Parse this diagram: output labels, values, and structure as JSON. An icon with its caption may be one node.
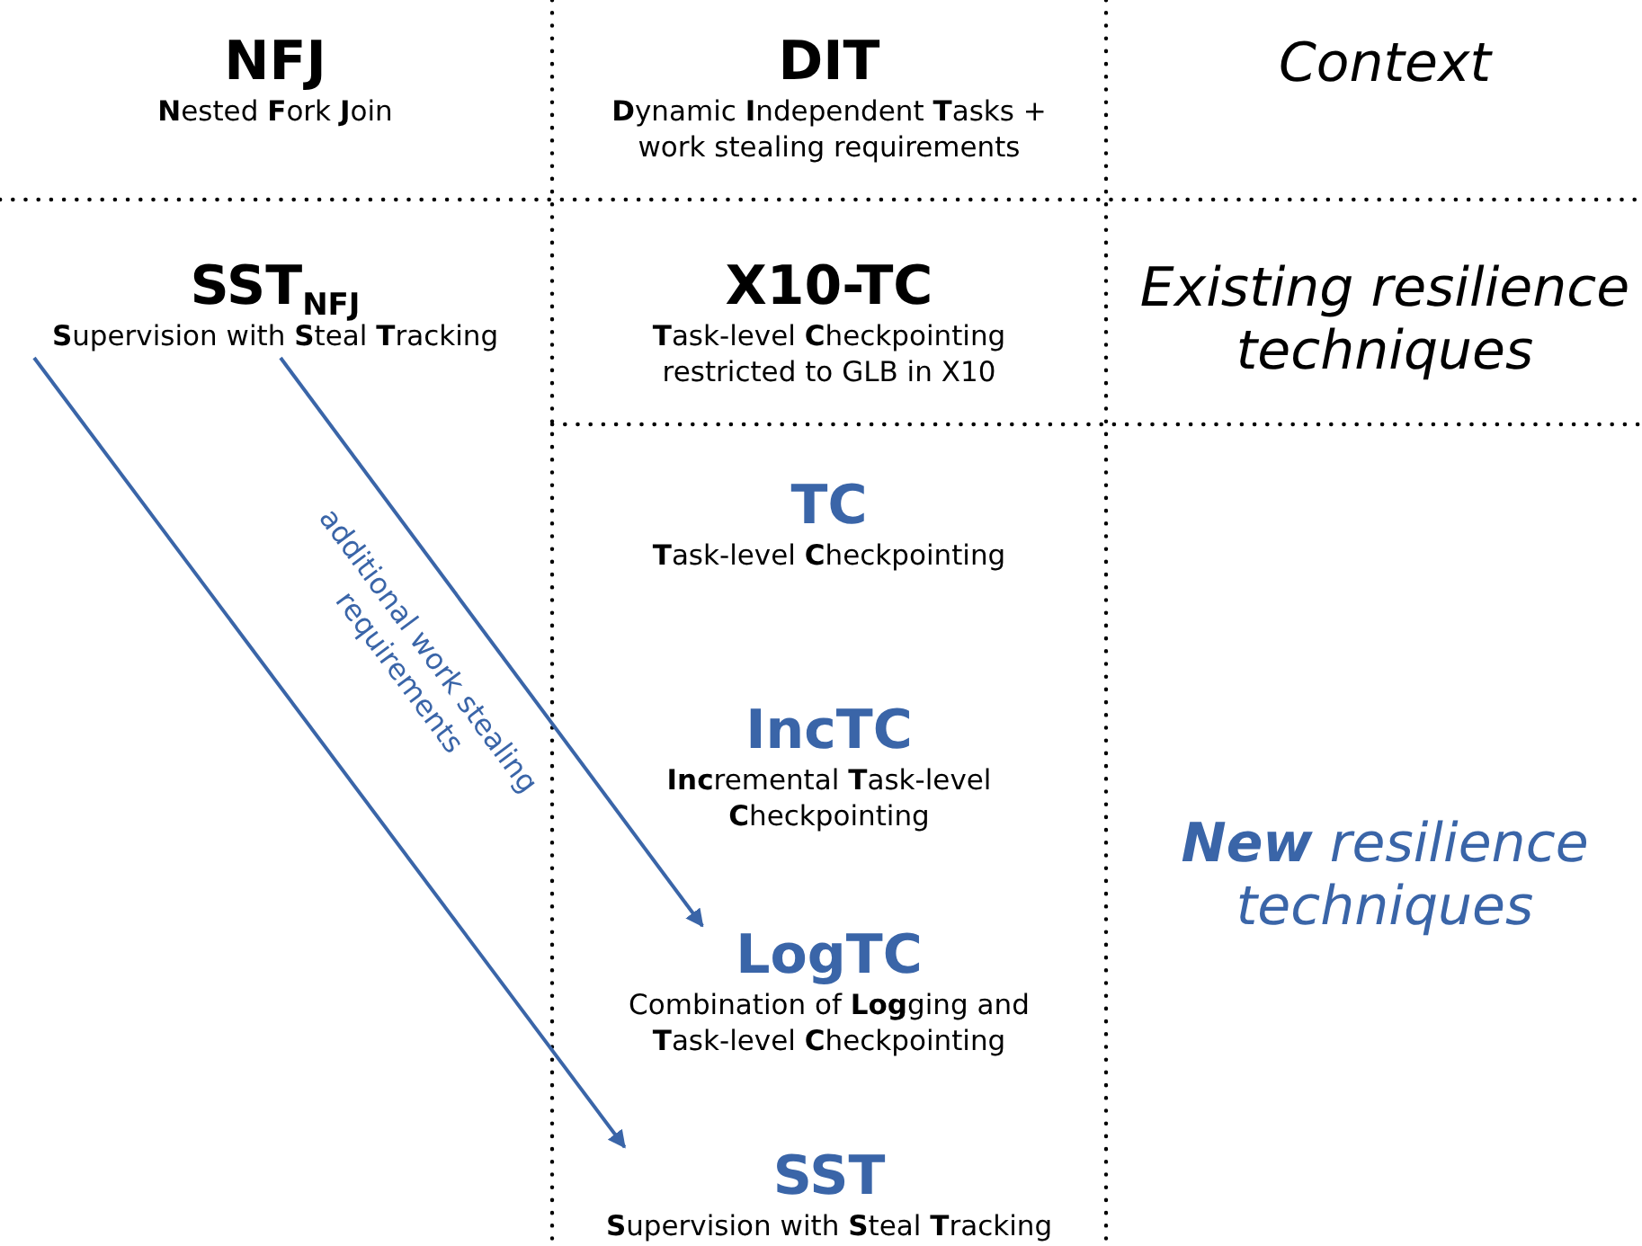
{
  "diagram": {
    "nodes": [
      {
        "text": [
          "NFJ",
          "**N**ested **F**ork **J**oin"
        ]
      },
      {
        "text": [
          "DIT",
          "**D**ynamic **I**ndependent **T**asks + work stealing requirements"
        ]
      },
      {
        "text": [
          "SST$_{NFJ}$",
          "**S**upervision with **S**teal **T**racking"
        ]
      },
      {
        "text": [
          "X10-TC",
          "**T**ask-level **C**heckpointing restricted to GLB in X10"
        ]
      },
      {
        "text": [
          "TC",
          "**T**ask-level **C**heckpointing"
        ]
      },
      {
        "text": [
          "IncTC",
          "**Inc**remental **T**ask-level **C**heckpointing"
        ]
      },
      {
        "text": [
          "LogTC",
          "Combination of **Log**ging and **T**ask-level **C**heckpointing"
        ]
      },
      {
        "text": [
          "SST",
          "**S**upervision with **S**teal **T**racking"
        ]
      }
    ],
    "edges": [
      {
        "from": 2,
        "to": 7,
        "arrow": "to"
      },
      {
        "from": 2,
        "to": 6,
        "arrow": "to",
        "label": "additional work stealing requirements"
      }
    ],
    "labels": [
      "Context",
      "Existing resilience techniques",
      "**New** resilience techniques"
    ]
  }
}
